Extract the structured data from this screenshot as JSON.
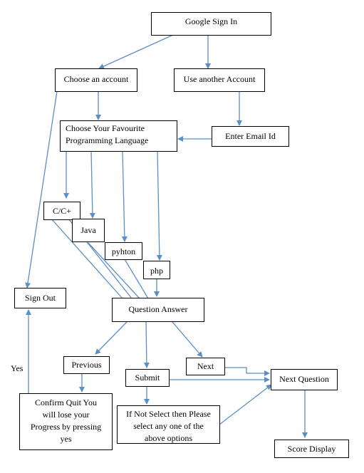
{
  "nodes": {
    "google_sign_in": "Google Sign In",
    "choose_account": "Choose an account",
    "use_another": "Use another Account",
    "choose_language_line1": "Choose Your Favourite",
    "choose_language_line2": "Programming Language",
    "enter_email": "Enter Email Id",
    "c_cpp": "C/C+",
    "java": "Java",
    "python": "pyhton",
    "php": "php",
    "sign_out": "Sign Out",
    "question_answer": "Question Answer",
    "previous": "Previous",
    "submit": "Submit",
    "next": "Next",
    "next_question": "Next Question",
    "not_select_line1": "If Not Select then Please",
    "not_select_line2": "select any one of the",
    "not_select_line3": "above options",
    "confirm_quit_line1": "Confirm Quit You",
    "confirm_quit_line2": "will lose your",
    "confirm_quit_line3": "Progress by pressing",
    "confirm_quit_line4": "yes",
    "score_display": "Score Display"
  },
  "edge_labels": {
    "yes": "Yes"
  },
  "colors": {
    "arrow": "#5b8fc9",
    "border": "#000000"
  }
}
